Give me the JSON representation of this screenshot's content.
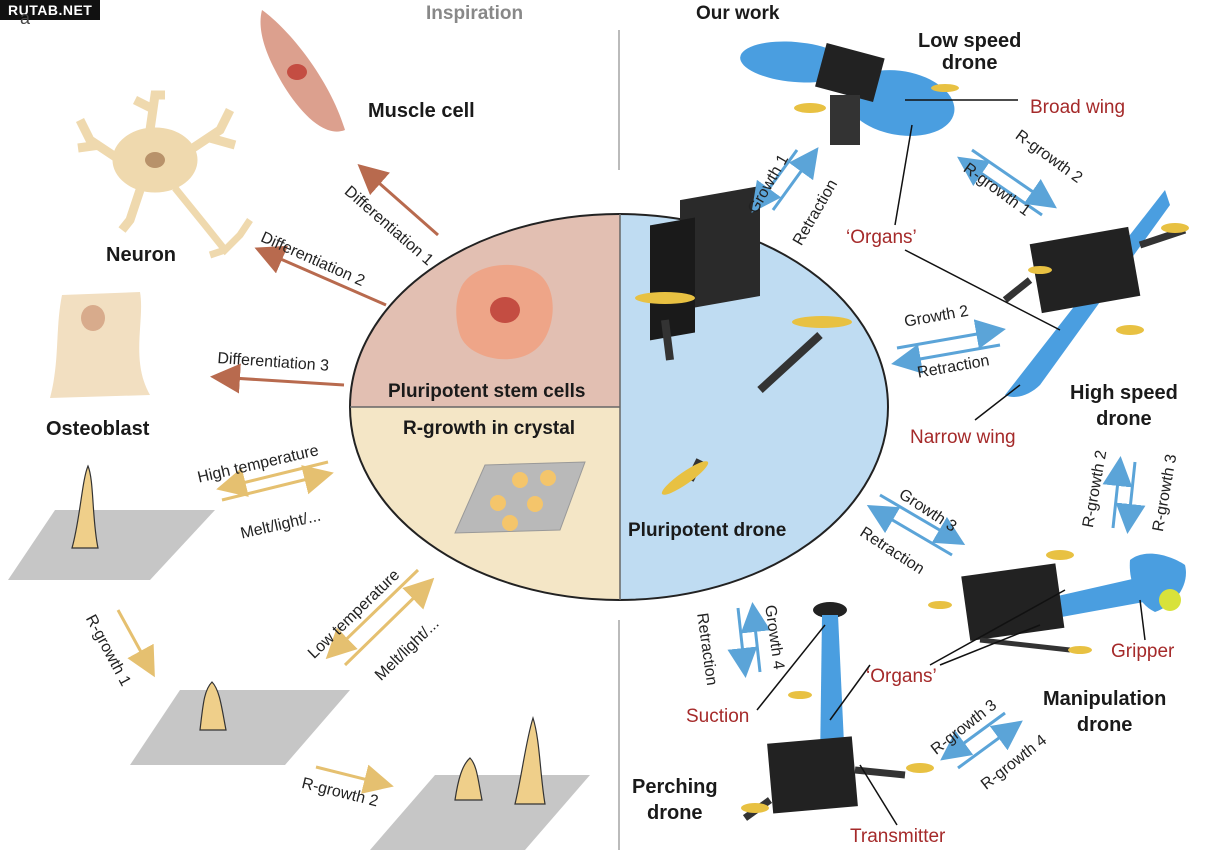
{
  "watermark": "RUTAB.NET",
  "panel_letter": "a",
  "headers": {
    "left": "Inspiration",
    "right": "Our work"
  },
  "circle": {
    "stem_cells": "Pluripotent stem cells",
    "rgrowth_crystal": "R-growth in crystal",
    "drone": "Pluripotent drone"
  },
  "cells": {
    "muscle": "Muscle cell",
    "neuron": "Neuron",
    "osteoblast": "Osteoblast"
  },
  "left_arrows": {
    "diff1": "Differentiation 1",
    "diff2": "Differentiation 2",
    "diff3": "Differentiation 3",
    "high_temp": "High temperature",
    "melt1": "Melt/light/...",
    "low_temp": "Low temperature",
    "melt2": "Melt/light/...",
    "rgrowth1": "R-growth 1",
    "rgrowth2": "R-growth 2"
  },
  "drones": {
    "low_speed": [
      "Low speed",
      "drone"
    ],
    "high_speed": [
      "High speed",
      "drone"
    ],
    "manipulation": [
      "Manipulation",
      "drone"
    ],
    "perching": [
      "Perching",
      "drone"
    ]
  },
  "parts": {
    "broad_wing": "Broad wing",
    "organs_top": "‘Organs’",
    "narrow_wing": "Narrow wing",
    "gripper": "Gripper",
    "organs_bottom": "‘Organs’",
    "suction": "Suction",
    "transmitter": "Transmitter"
  },
  "right_arrows": {
    "growth1": "Growth 1",
    "retraction1": "Retraction",
    "rg2_top": "R-growth 2",
    "rg1_top": "R-growth 1",
    "growth2": "Growth 2",
    "retraction2": "Retraction",
    "rg2_side": "R-growth 2",
    "rg3_side": "R-growth 3",
    "growth3": "Growth 3",
    "retraction3": "Retraction",
    "growth4": "Growth 4",
    "retraction4": "Retraction",
    "rg3_bottom": "R-growth 3",
    "rg4_bottom": "R-growth 4"
  }
}
